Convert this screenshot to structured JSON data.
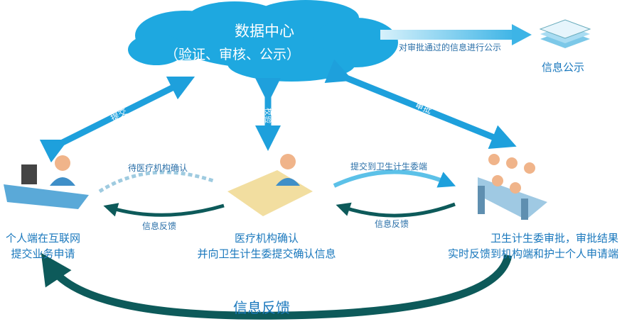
{
  "center": {
    "title": "数据中心",
    "subtitle": "（验证、审核、公示）"
  },
  "arrows": {
    "submit": "提交",
    "verify": "校验",
    "approve": "审批",
    "publish_note": "对审批通过的信息进行公示",
    "pending_confirm": "待医疗机构确认",
    "feedback_left": "信息反馈",
    "submit_to_commission": "提交到卫生计生委端",
    "feedback_right": "信息反馈",
    "feedback_bottom": "信息反馈"
  },
  "nodes": {
    "publish": "信息公示",
    "individual": [
      "个人端在互联网",
      "提交业务申请"
    ],
    "institution": [
      "医疗机构确认",
      "并向卫生计生委提交确认信息"
    ],
    "commission": [
      "卫生计生委审批，审批结果",
      "实时反馈到机构端和护士个人申请端"
    ]
  },
  "colors": {
    "cloud": "#1ea8e0",
    "arrow": "#1ea0dc",
    "feedback": "#0d5a5a",
    "text": "#1a78bd"
  }
}
